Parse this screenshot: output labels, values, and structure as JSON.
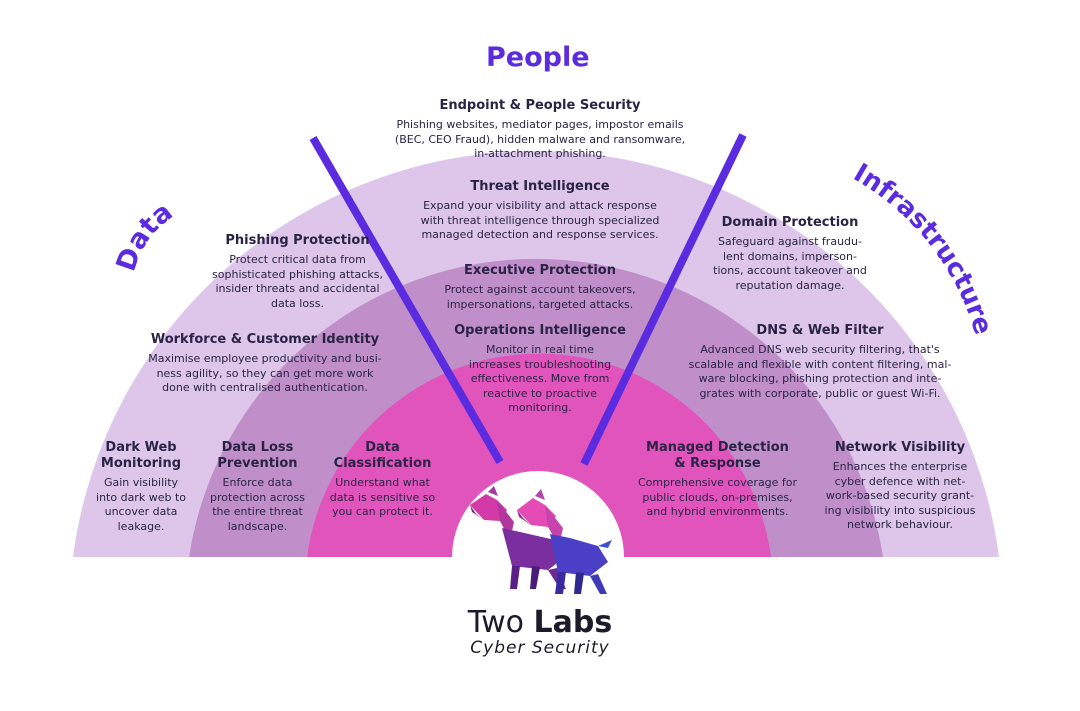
{
  "colors": {
    "outer_ring": "#ddc6ea",
    "middle_ring": "#c08fc9",
    "inner_ring": "#e154bc",
    "divider": "#5b2be0",
    "pillar_text": "#5b2be0"
  },
  "pillars": {
    "people": "People",
    "data": "Data",
    "infrastructure": "Infrastructure"
  },
  "segments": {
    "endpoint": {
      "title": "Endpoint & People Security",
      "lines": [
        "Phishing websites, mediator pages, impostor emails",
        "(BEC, CEO Fraud), hidden malware and ransomware,",
        "in-attachment phishing."
      ]
    },
    "threat_intel": {
      "title": "Threat Intelligence",
      "lines": [
        "Expand your visibility and attack response",
        "with threat intelligence through specialized",
        "managed detection and response services."
      ]
    },
    "executive": {
      "title": "Executive Protection",
      "lines": [
        "Protect against account takeovers,",
        "impersonations, targeted attacks."
      ]
    },
    "operations": {
      "title": "Operations Intelligence",
      "lines": [
        "Monitor in real time",
        "increases troubleshooting",
        "effectiveness. Move from",
        "reactive to proactive",
        "monitoring."
      ]
    },
    "phishing": {
      "title": "Phishing Protection",
      "lines": [
        "Protect critical data from",
        "sophisticated phishing attacks,",
        "insider threats and accidental",
        "data loss."
      ]
    },
    "workforce": {
      "title": "Workforce & Customer Identity",
      "lines": [
        "Maximise employee productivity and busi-",
        "ness agility, so they can get more work",
        "done with centralised authentication."
      ]
    },
    "dark_web": {
      "title_lines": [
        "Dark Web",
        "Monitoring"
      ],
      "lines": [
        "Gain visibility",
        "into dark web to",
        "uncover data",
        "leakage."
      ]
    },
    "data_loss": {
      "title_lines": [
        "Data Loss",
        "Prevention"
      ],
      "lines": [
        "Enforce data",
        "protection across",
        "the entire threat",
        "landscape."
      ]
    },
    "data_class": {
      "title_lines": [
        "Data",
        "Classification"
      ],
      "lines": [
        "Understand what",
        "data is sensitive so",
        "you can protect it."
      ]
    },
    "domain": {
      "title": "Domain Protection",
      "lines": [
        "Safeguard against fraudu-",
        "lent domains, imperson-",
        "tions, account takeover and",
        "reputation damage."
      ]
    },
    "dns": {
      "title": "DNS & Web Filter",
      "lines": [
        "Advanced DNS web security filtering, that's",
        "scalable and flexible with content filtering, mal-",
        "ware blocking, phishing protection and inte-",
        "grates with corporate, public or guest Wi-Fi."
      ]
    },
    "mdr": {
      "title_lines": [
        "Managed Detection",
        "& Response"
      ],
      "lines": [
        "Comprehensive coverage for",
        "public clouds, on-premises,",
        "and hybrid environments."
      ]
    },
    "network": {
      "title": "Network Visibility",
      "lines": [
        "Enhances the enterprise",
        "cyber defence with net-",
        "work-based security grant-",
        "ing visibility into suspicious",
        "network behaviour."
      ]
    }
  },
  "brand": {
    "name_regular": "Two",
    "name_bold": "Labs",
    "tagline": "Cyber Security",
    "logo_alt": "two-dogs-logo"
  }
}
